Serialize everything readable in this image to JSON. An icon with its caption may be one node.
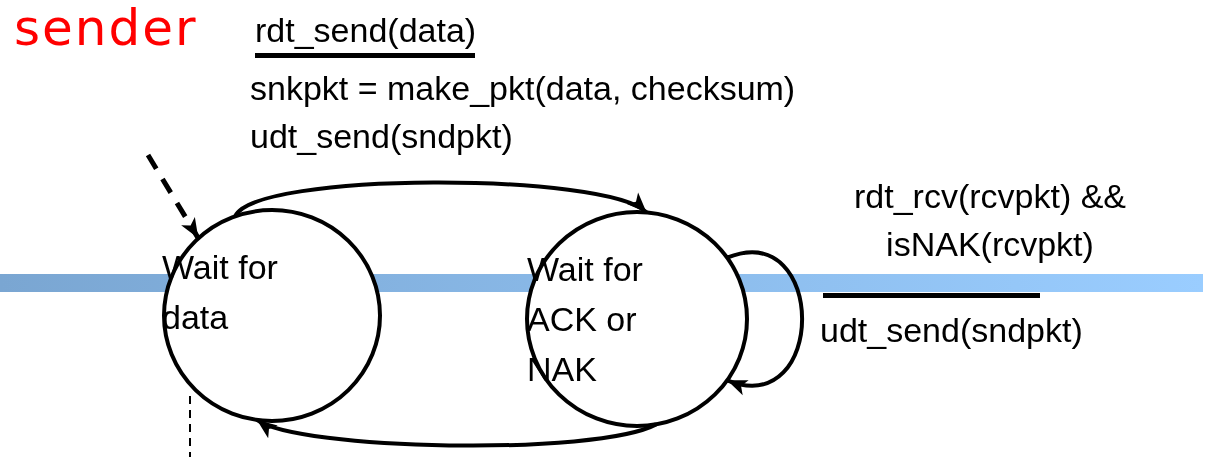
{
  "diagram": {
    "nodes": [
      {
        "text": [
          "Wait for data"
        ]
      },
      {
        "text": [
          "Wait for ACK or NAK"
        ]
      }
    ],
    "edges": [
      {
        "from": null,
        "to": 0,
        "arrow": "to",
        "style": "dashed"
      },
      {
        "from": 0,
        "to": 1,
        "arrow": "to",
        "label": "rdt_send(data)"
      },
      {
        "from": 1,
        "to": 1,
        "arrow": "to",
        "label": "rdt_rcv(rcvpkt) && isNAK(rcvpkt)"
      },
      {
        "from": 1,
        "to": 0,
        "arrow": "to"
      }
    ],
    "labels": [
      "sender",
      "snkpkt = make_pkt(data, checksum)",
      "udt_send(sndpkt)",
      "udt_send(sndpkt)"
    ]
  }
}
